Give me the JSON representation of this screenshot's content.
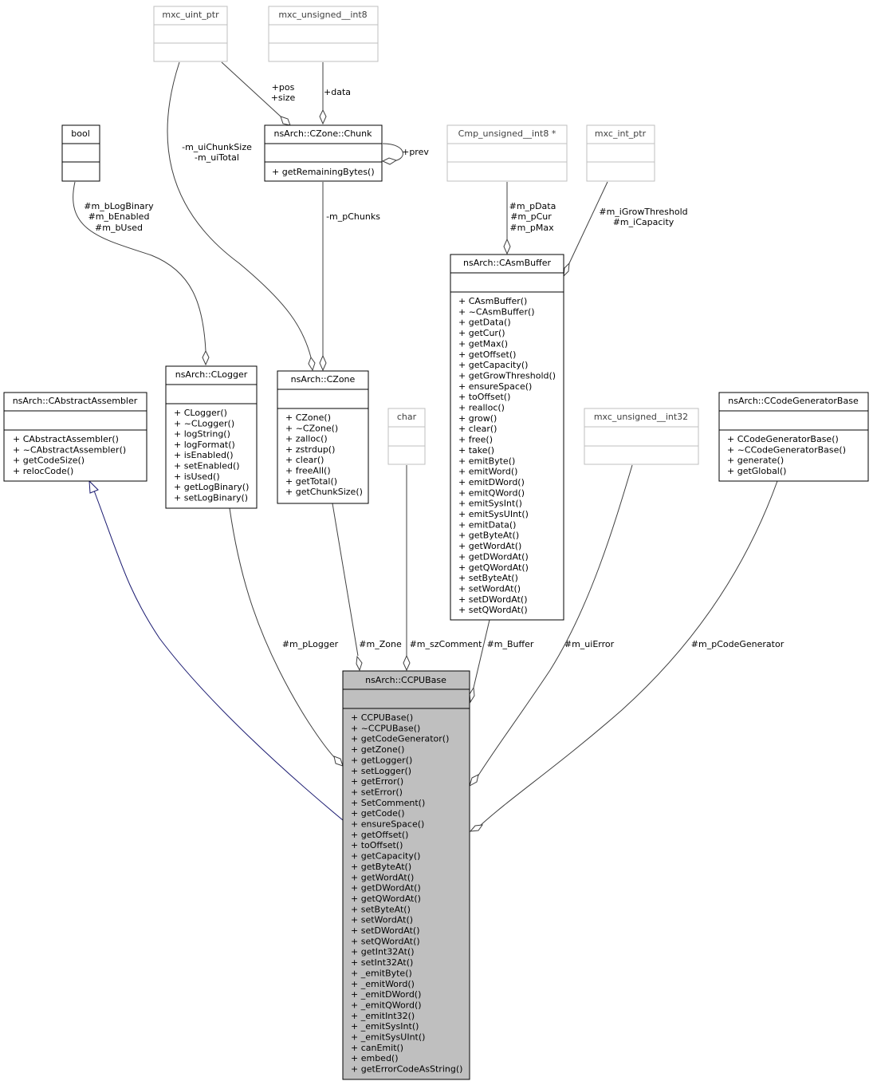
{
  "classes": {
    "mxc_uint_ptr": {
      "name": "mxc_uint_ptr",
      "methods": []
    },
    "mxc_unsigned_int8": {
      "name": "mxc_unsigned__int8",
      "methods": []
    },
    "bool": {
      "name": "bool",
      "methods": []
    },
    "chunk": {
      "name": "nsArch::CZone::Chunk",
      "methods": [
        "+ getRemainingBytes()"
      ]
    },
    "cmp_uint8": {
      "name": "Cmp_unsigned__int8 *",
      "methods": []
    },
    "mxc_int_ptr": {
      "name": "mxc_int_ptr",
      "methods": []
    },
    "asmbuffer": {
      "name": "nsArch::CAsmBuffer",
      "methods": [
        "+ CAsmBuffer()",
        "+ ~CAsmBuffer()",
        "+ getData()",
        "+ getCur()",
        "+ getMax()",
        "+ getOffset()",
        "+ getCapacity()",
        "+ getGrowThreshold()",
        "+ ensureSpace()",
        "+ toOffset()",
        "+ realloc()",
        "+ grow()",
        "+ clear()",
        "+ free()",
        "+ take()",
        "+ emitByte()",
        "+ emitWord()",
        "+ emitDWord()",
        "+ emitQWord()",
        "+ emitSysInt()",
        "+ emitSysUInt()",
        "+ emitData()",
        "+ getByteAt()",
        "+ getWordAt()",
        "+ getDWordAt()",
        "+ getQWordAt()",
        "+ setByteAt()",
        "+ setWordAt()",
        "+ setDWordAt()",
        "+ setQWordAt()"
      ]
    },
    "logger": {
      "name": "nsArch::CLogger",
      "methods": [
        "+ CLogger()",
        "+ ~CLogger()",
        "+ logString()",
        "+ logFormat()",
        "+ isEnabled()",
        "+ setEnabled()",
        "+ isUsed()",
        "+ getLogBinary()",
        "+ setLogBinary()"
      ]
    },
    "zone": {
      "name": "nsArch::CZone",
      "methods": [
        "+ CZone()",
        "+ ~CZone()",
        "+ zalloc()",
        "+ zstrdup()",
        "+ clear()",
        "+ freeAll()",
        "+ getTotal()",
        "+ getChunkSize()"
      ]
    },
    "abstractasm": {
      "name": "nsArch::CAbstractAssembler",
      "methods": [
        "+ CAbstractAssembler()",
        "+ ~CAbstractAssembler()",
        "+ getCodeSize()",
        "+ relocCode()"
      ]
    },
    "char": {
      "name": "char",
      "methods": []
    },
    "mxc_unsigned_int32": {
      "name": "mxc_unsigned__int32",
      "methods": []
    },
    "codegen": {
      "name": "nsArch::CCodeGeneratorBase",
      "methods": [
        "+ CCodeGeneratorBase()",
        "+ ~CCodeGeneratorBase()",
        "+ generate()",
        "+ getGlobal()"
      ]
    },
    "cpubase": {
      "name": "nsArch::CCPUBase",
      "methods": [
        "+ CCPUBase()",
        "+ ~CCPUBase()",
        "+ getCodeGenerator()",
        "+ getZone()",
        "+ getLogger()",
        "+ setLogger()",
        "+ getError()",
        "+ setError()",
        "+ SetComment()",
        "+ getCode()",
        "+ ensureSpace()",
        "+ getOffset()",
        "+ toOffset()",
        "+ getCapacity()",
        "+ getByteAt()",
        "+ getWordAt()",
        "+ getDWordAt()",
        "+ getQWordAt()",
        "+ setByteAt()",
        "+ setWordAt()",
        "+ setDWordAt()",
        "+ setQWordAt()",
        "+ getInt32At()",
        "+ setInt32At()",
        "+ _emitByte()",
        "+ _emitWord()",
        "+ _emitDWord()",
        "+ _emitQWord()",
        "+ _emitInt32()",
        "+ _emitSysInt()",
        "+ _emitSysUInt()",
        "+ canEmit()",
        "+ embed()",
        "+ getErrorCodeAsString()"
      ]
    }
  },
  "edge_labels": {
    "pos": "+pos",
    "size": "+size",
    "data": "+data",
    "prev": "+prev",
    "chunksize": "-m_uiChunkSize",
    "total": "-m_uiTotal",
    "logbinary": "#m_bLogBinary",
    "enabled": "#m_bEnabled",
    "used": "#m_bUsed",
    "pchunks": "-m_pChunks",
    "pdata": "#m_pData",
    "pcur": "#m_pCur",
    "pmax": "#m_pMax",
    "growthreshold": "#m_iGrowThreshold",
    "capacity": "#m_iCapacity",
    "plogger": "#m_pLogger",
    "zone": "#m_Zone",
    "szcomment": "#m_szComment",
    "buffer": "#m_Buffer",
    "uierror": "#m_uiError",
    "pcodegenerator": "#m_pCodeGenerator"
  }
}
